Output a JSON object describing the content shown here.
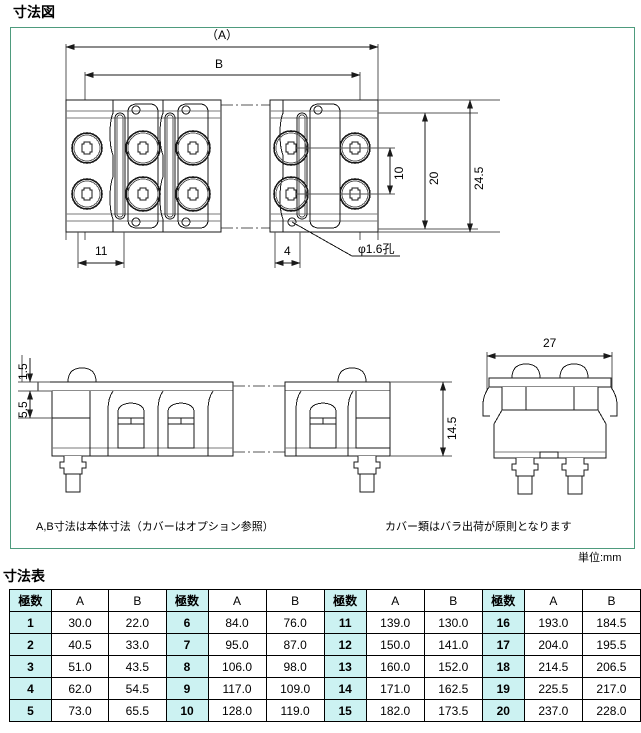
{
  "sections": {
    "drawing_title": "寸法図",
    "table_title": "寸法表"
  },
  "drawing": {
    "dimensions": {
      "overall_a": "（A）",
      "overall_b": "B",
      "pitch_11": "11",
      "edge_4": "4",
      "hole_note": "φ1.6孔",
      "h_10": "10",
      "h_20": "20",
      "h_245": "24.5",
      "t_15": "1.5",
      "t_55": "5.5",
      "h_145": "14.5",
      "w_27": "27"
    },
    "notes": {
      "left": "A,B寸法は本体寸法（カバーはオプション参照）",
      "right": "カバー類はバラ出荷が原則となります",
      "unit": "単位:mm"
    }
  },
  "table": {
    "headers": [
      "極数",
      "A",
      "B"
    ],
    "blocks": [
      {
        "rows": [
          {
            "pole": "1",
            "a": "30.0",
            "b": "22.0"
          },
          {
            "pole": "2",
            "a": "40.5",
            "b": "33.0"
          },
          {
            "pole": "3",
            "a": "51.0",
            "b": "43.5"
          },
          {
            "pole": "4",
            "a": "62.0",
            "b": "54.5"
          },
          {
            "pole": "5",
            "a": "73.0",
            "b": "65.5"
          }
        ]
      },
      {
        "rows": [
          {
            "pole": "6",
            "a": "84.0",
            "b": "76.0"
          },
          {
            "pole": "7",
            "a": "95.0",
            "b": "87.0"
          },
          {
            "pole": "8",
            "a": "106.0",
            "b": "98.0"
          },
          {
            "pole": "9",
            "a": "117.0",
            "b": "109.0"
          },
          {
            "pole": "10",
            "a": "128.0",
            "b": "119.0"
          }
        ]
      },
      {
        "rows": [
          {
            "pole": "11",
            "a": "139.0",
            "b": "130.0"
          },
          {
            "pole": "12",
            "a": "150.0",
            "b": "141.0"
          },
          {
            "pole": "13",
            "a": "160.0",
            "b": "152.0"
          },
          {
            "pole": "14",
            "a": "171.0",
            "b": "162.5"
          },
          {
            "pole": "15",
            "a": "182.0",
            "b": "173.5"
          }
        ]
      },
      {
        "rows": [
          {
            "pole": "16",
            "a": "193.0",
            "b": "184.5"
          },
          {
            "pole": "17",
            "a": "204.0",
            "b": "195.5"
          },
          {
            "pole": "18",
            "a": "214.5",
            "b": "206.5"
          },
          {
            "pole": "19",
            "a": "225.5",
            "b": "217.0"
          },
          {
            "pole": "20",
            "a": "237.0",
            "b": "228.0"
          }
        ]
      }
    ]
  },
  "colors": {
    "frame_border": "#4e9b7d",
    "header_fill": "#ccf2f2",
    "line": "#1a1a1a"
  }
}
